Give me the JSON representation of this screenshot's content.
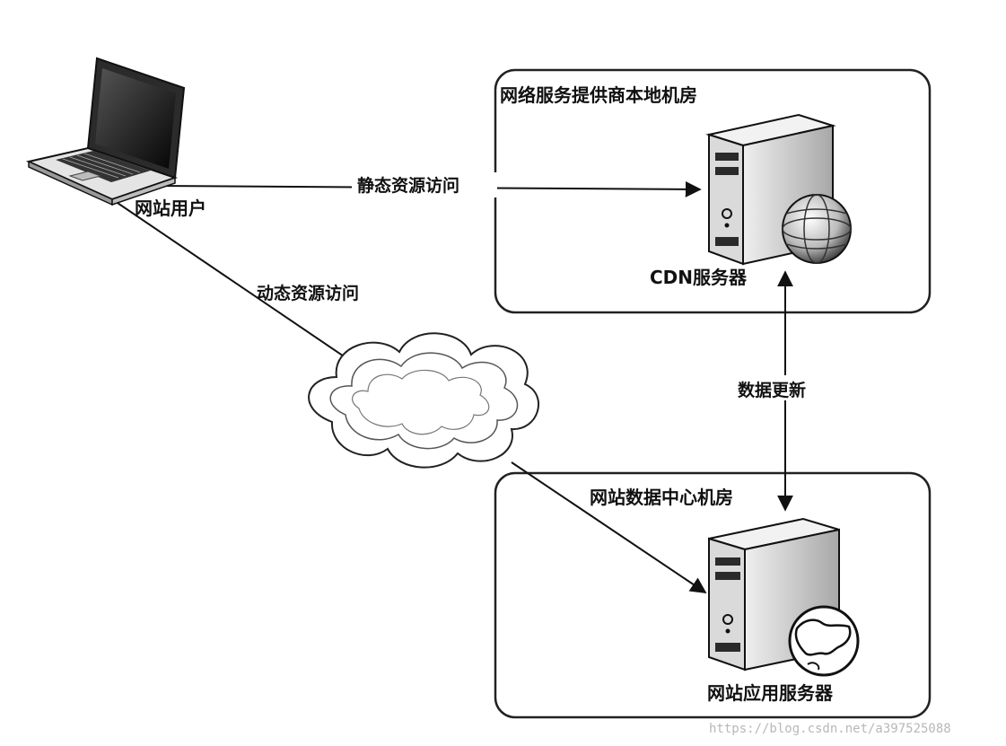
{
  "boxes": {
    "isp_room": {
      "title": "网络服务提供商本地机房"
    },
    "datacenter_room": {
      "title": "网站数据中心机房"
    }
  },
  "nodes": {
    "user": {
      "label": "网站用户",
      "icon": "laptop-icon"
    },
    "cdn_server": {
      "label": "CDN服务器",
      "icon": "server-icon"
    },
    "app_server": {
      "label": "网站应用服务器",
      "icon": "server-icon"
    },
    "internet": {
      "icon": "cloud-icon"
    }
  },
  "edges": {
    "static_access": {
      "label": "静态资源访问"
    },
    "dynamic_access": {
      "label": "动态资源访问"
    },
    "data_update": {
      "label": "数据更新"
    }
  },
  "watermark": {
    "text": "https://blog.csdn.net/a397525088"
  },
  "colors": {
    "line": "#111111",
    "box_border": "#222222",
    "server_body": "#dcdcdc",
    "server_dark": "#2a2a2a",
    "background": "#ffffff"
  }
}
